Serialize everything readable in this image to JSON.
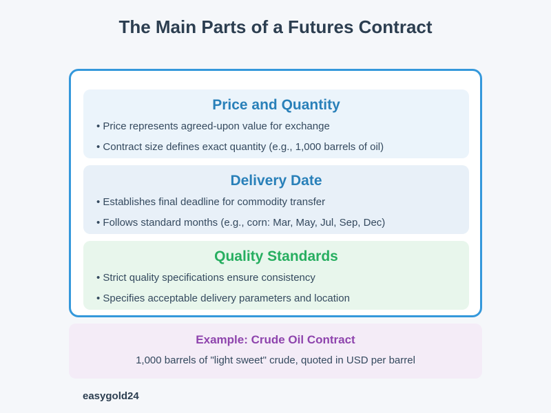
{
  "title": "The Main Parts of a Futures Contract",
  "sections": [
    {
      "heading": "Price and Quantity",
      "bullets": [
        "• Price represents agreed-upon value for exchange",
        "• Contract size defines exact quantity (e.g., 1,000 barrels of oil)"
      ],
      "color": "#2980b9",
      "bg": "#ebf4fb"
    },
    {
      "heading": "Delivery Date",
      "bullets": [
        "• Establishes final deadline for commodity transfer",
        "• Follows standard months (e.g., corn: Mar, May, Jul, Sep, Dec)"
      ],
      "color": "#2980b9",
      "bg": "#e8f0f8"
    },
    {
      "heading": "Quality Standards",
      "bullets": [
        "• Strict quality specifications ensure consistency",
        "• Specifies acceptable delivery parameters and location"
      ],
      "color": "#27ae60",
      "bg": "#e8f6ec"
    }
  ],
  "example": {
    "heading": "Example: Crude Oil Contract",
    "text": "1,000 barrels of \"light sweet\" crude, quoted in USD per barrel"
  },
  "brand": "easygold24"
}
